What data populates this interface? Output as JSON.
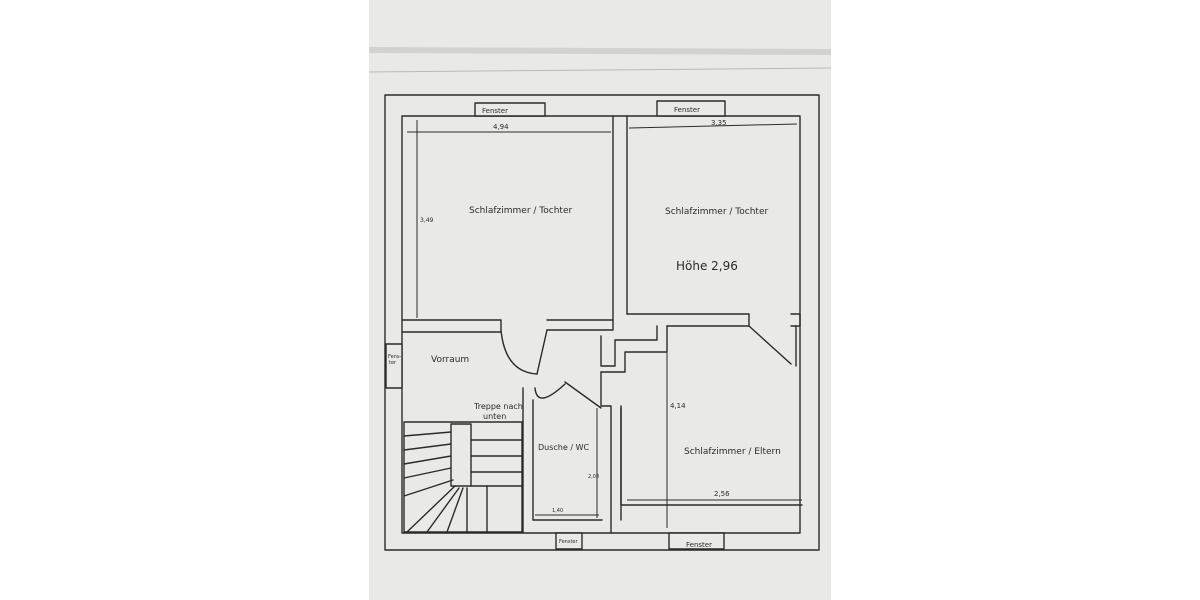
{
  "labels": {
    "fenster_top_left": "Fenster",
    "fenster_top_right": "Fenster",
    "fenster_left": "Fens-",
    "fenster_left_2": "ter",
    "fenster_bottom_left": "Fenster",
    "fenster_bottom_right": "Fenster",
    "room_1": "Schlafzimmer / Tochter",
    "room_2": "Schlafzimmer / Tochter",
    "height_note": "Höhe 2,96",
    "vorraum": "Vorraum",
    "treppe_line1": "Treppe nach",
    "treppe_line2": "unten",
    "bathroom": "Dusche / WC",
    "room_3": "Schlafzimmer / Eltern"
  },
  "dimensions": {
    "room1_width": "4,94",
    "room1_height": "3,49",
    "room2_width": "3,35",
    "room3_height": "4,14",
    "room3_width": "2,56",
    "bath_width": "1,40",
    "bath_height": "2,08"
  },
  "colors": {
    "paper": "#e9e9e7",
    "ink": "#2b2b2b",
    "background": "#ffffff"
  }
}
